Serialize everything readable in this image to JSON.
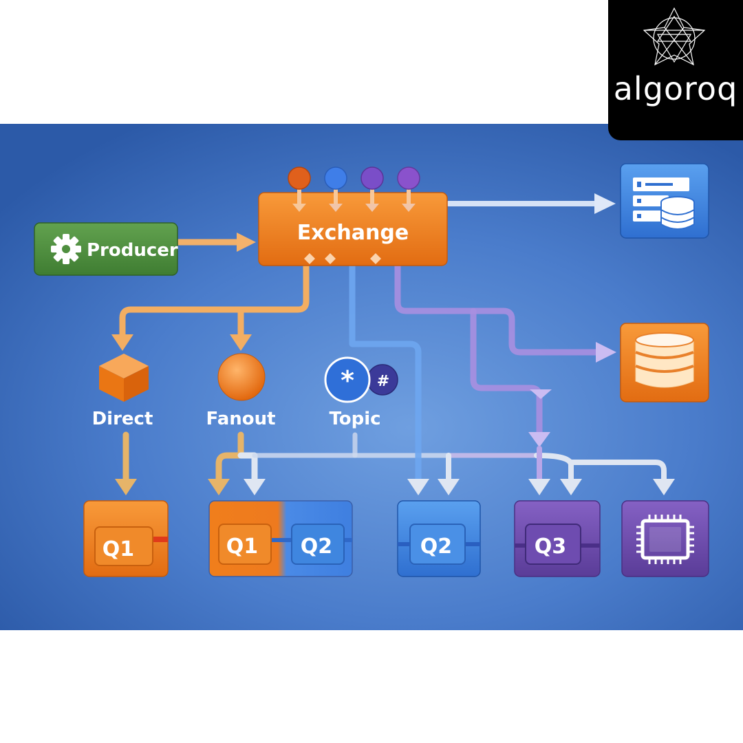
{
  "brand": {
    "name": "algoroq",
    "logo_icon": "geometric-star-icon"
  },
  "colors": {
    "background": "#3c6fbf",
    "orange": "#f07e1c",
    "green": "#4f8f3f",
    "blue": "#3f86df",
    "purple": "#6a4aa8",
    "red_msg": "#e0601c",
    "blue_msg": "#3f7ee8",
    "purple_msg": "#7a4ec8"
  },
  "nodes": {
    "producer": {
      "label": "Producer",
      "icon": "gear-icon"
    },
    "exchange": {
      "label": "Exchange"
    },
    "server": {
      "icon": "server-database-icon"
    },
    "database": {
      "icon": "database-icon"
    },
    "direct": {
      "label": "Direct",
      "icon": "cube-icon"
    },
    "fanout": {
      "label": "Fanout",
      "icon": "sphere-icon"
    },
    "topic": {
      "label": "Topic",
      "icon": "wildcard-hash-icon",
      "symbols": [
        "*",
        "#"
      ]
    },
    "queues": {
      "q1_direct": "Q1",
      "q1_fanout": "Q1",
      "q2_fanout": "Q2",
      "q2_topic": "Q2",
      "q3": "Q3"
    },
    "processor": {
      "icon": "cpu-chip-icon"
    }
  }
}
